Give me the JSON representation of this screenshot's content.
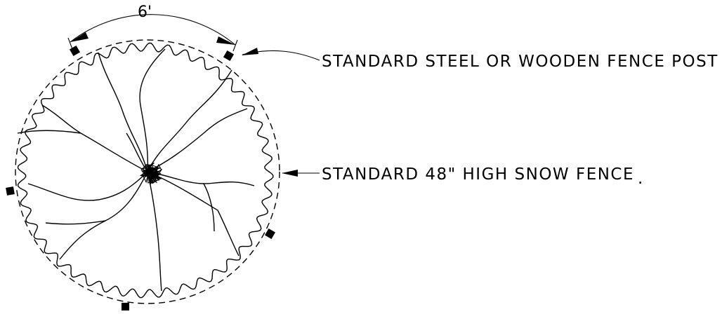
{
  "dimension": {
    "label": "6'"
  },
  "callouts": {
    "post_label": "STANDARD STEEL OR WOODEN FENCE POST",
    "fence_label": "STANDARD 48\" HIGH SNOW FENCE",
    "fence_label_period": "."
  },
  "icons": {
    "fence_post": "filled-square",
    "leader_arrow": "arrowhead"
  }
}
